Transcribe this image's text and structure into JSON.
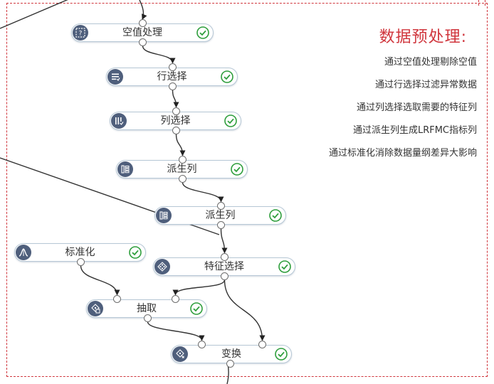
{
  "nodes": [
    {
      "id": "n1",
      "label": "空值处理",
      "icon": "null-value-icon",
      "status": "success",
      "in": 1,
      "out": 1
    },
    {
      "id": "n2",
      "label": "行选择",
      "icon": "row-select-icon",
      "status": "success",
      "in": 1,
      "out": 1
    },
    {
      "id": "n3",
      "label": "列选择",
      "icon": "column-select-icon",
      "status": "success",
      "in": 1,
      "out": 1
    },
    {
      "id": "n4",
      "label": "派生列",
      "icon": "derive-column-icon",
      "status": "success",
      "in": 1,
      "out": 1
    },
    {
      "id": "n5",
      "label": "派生列",
      "icon": "derive-column-icon",
      "status": "success",
      "in": 1,
      "out": 1
    },
    {
      "id": "n6",
      "label": "标准化",
      "icon": "normalize-icon",
      "status": "success",
      "in": 0,
      "out": 1
    },
    {
      "id": "n7",
      "label": "特征选择",
      "icon": "feature-select-icon",
      "status": "success",
      "in": 1,
      "out": 1
    },
    {
      "id": "n8",
      "label": "抽取",
      "icon": "extract-icon",
      "status": "success",
      "in": 2,
      "out": 1
    },
    {
      "id": "n9",
      "label": "变换",
      "icon": "transform-icon",
      "status": "success",
      "in": 2,
      "out": 1
    }
  ],
  "edges": [
    {
      "from": "n1",
      "to": "n2"
    },
    {
      "from": "n2",
      "to": "n3"
    },
    {
      "from": "n3",
      "to": "n4"
    },
    {
      "from": "n4",
      "to": "n5"
    },
    {
      "from": "n5",
      "to": "n7"
    },
    {
      "from": "n6",
      "to": "n8",
      "port": 0
    },
    {
      "from": "n7",
      "to": "n8",
      "port": 1
    },
    {
      "from": "n7",
      "to": "n9",
      "port": 1
    },
    {
      "from": "n8",
      "to": "n9",
      "port": 0
    }
  ],
  "notes": {
    "title": "数据预处理:",
    "lines": [
      "通过空值处理剔除空值",
      "通过行选择过滤异常数据",
      "通过列选择选取需要的特征列",
      "通过派生列生成LRFMC指标列",
      "通过标准化消除数据量纲差异大影响"
    ]
  },
  "colors": {
    "frame": "#d0363d",
    "title": "#d0363d",
    "icon_bg": "#4f5f7c",
    "check": "#2e9e3c",
    "node_border": "#b7c8d6",
    "edge": "#333333"
  }
}
